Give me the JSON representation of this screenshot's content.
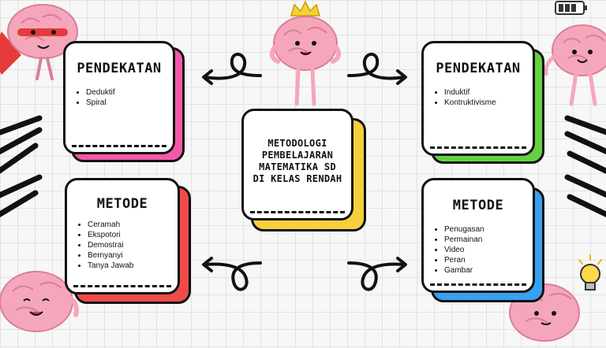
{
  "center": {
    "title_lines": [
      "METODOLOGI",
      "PEMBELAJARAN",
      "MATEMATIKA SD",
      "DI KELAS RENDAH"
    ]
  },
  "cards": {
    "top_left": {
      "title": "PENDEKATAN",
      "items": [
        "Deduktif",
        "Spiral"
      ]
    },
    "bottom_left": {
      "title": "METODE",
      "items": [
        "Ceramah",
        "Ekspotori",
        "Demostrai",
        "Bernyanyi",
        "Tanya Jawab"
      ]
    },
    "top_right": {
      "title": "PENDEKATAN",
      "items": [
        "Induktif",
        "Kontruktivisme"
      ]
    },
    "bottom_right": {
      "title": "METODE",
      "items": [
        "Penugasan",
        "Permainan",
        "Video",
        "Peran",
        "Gambar"
      ]
    }
  },
  "colors": {
    "pink": "#f25aa8",
    "red": "#ef4b4b",
    "yellow": "#f6cf3a",
    "green": "#63d140",
    "blue": "#3aa0f0",
    "brain": "#f6a6bb"
  },
  "icons": [
    "crown-icon",
    "brain-character-icon",
    "lightbulb-icon",
    "battery-icon",
    "curly-arrow-icon"
  ]
}
